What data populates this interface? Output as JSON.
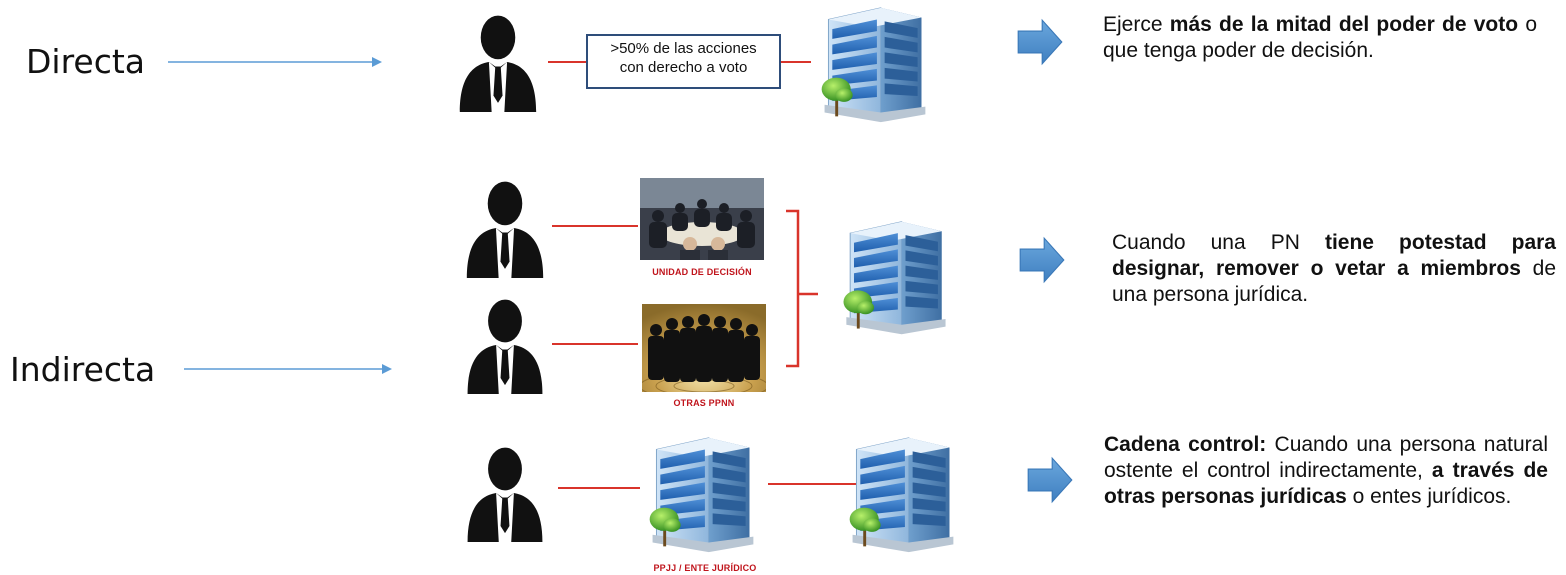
{
  "labels": {
    "direct": "Directa",
    "indirect": "Indirecta"
  },
  "voting_box": {
    "line1": ">50% de las acciones",
    "line2": "con derecho a voto"
  },
  "captions": {
    "decision_unit": "UNIDAD DE DECISIÓN",
    "other_pn": "OTRAS PPNN",
    "legal_entity": "PPJJ  / ENTE JURÍDICO"
  },
  "descriptions": {
    "direct": {
      "p1": "Ejerce ",
      "b1": "más de la mitad del poder de voto",
      "p2": " o que tenga poder de decisión."
    },
    "designate": {
      "p1": "Cuando una PN ",
      "b1": "tiene potestad para designar, remover o vetar a miembros",
      "p2": " de una persona jurídica."
    },
    "chain": {
      "b1": "Cadena control:",
      "p1": " Cuando una persona natural ostente el control indirectamente, ",
      "b2": "a través de otras personas jurídicas",
      "p2": " o entes jurídicos."
    }
  },
  "colors": {
    "arrow_blue": "#5b9bd5",
    "connector_red": "#d9342b",
    "caption_red": "#c0141c",
    "box_border": "#2e4d7a"
  },
  "icons": [
    "person-icon",
    "building-icon",
    "block-arrow-icon",
    "meeting-photo",
    "crowd-photo"
  ]
}
